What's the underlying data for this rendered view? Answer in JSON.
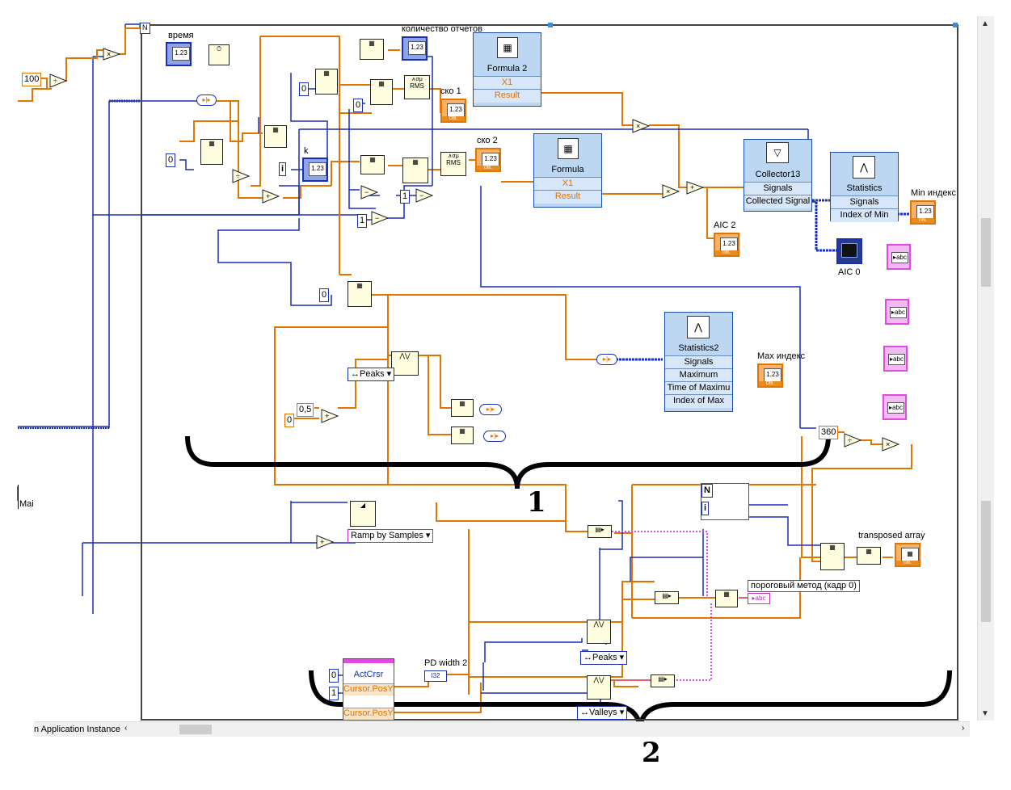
{
  "labels": {
    "time": "время",
    "reports": "количество отчетов",
    "sko1": "ско 1",
    "sko2": "ско 2",
    "k": "k",
    "aic2": "AIC  2",
    "aic0": "AIC 0",
    "min_index": "Min индекс",
    "max_index": "Max индекс",
    "transposed": "transposed array",
    "threshold": "пороговый метод (кадр 0)",
    "pd_width": "PD width 2",
    "main_label": "Mai",
    "app_instance": "n Application Instance"
  },
  "constants": {
    "c100": "100",
    "c0a": "0",
    "c0b": "0",
    "c0c": "0",
    "c0d": "0",
    "c05": "0,5",
    "c360": "360",
    "c1a": "1",
    "c1b": "1",
    "i_a": "i",
    "i_b": "i",
    "n_loop": "N",
    "i_loop": "i",
    "cur0": "0",
    "cur1": "1",
    "rms1": "RMS",
    "rms2": "RMS",
    "i32": "I32"
  },
  "express": {
    "formula2": {
      "title": "Formula 2",
      "rows": [
        "X1",
        "Result"
      ]
    },
    "formula": {
      "title": "Formula",
      "rows": [
        "X1",
        "Result"
      ]
    },
    "collector": {
      "title": "Collector13",
      "rows": [
        "Signals",
        "Collected Signal"
      ]
    },
    "statistics": {
      "title": "Statistics",
      "rows": [
        "Signals",
        "Index of Min"
      ]
    },
    "statistics2": {
      "title": "Statistics2",
      "rows": [
        "Signals",
        "Maximum",
        "Time of Maximu",
        "Index of Max"
      ]
    }
  },
  "rings": {
    "peaks1": "Peaks",
    "peaks2": "Peaks",
    "valleys": "Valleys",
    "ramp": "Ramp by Samples"
  },
  "cursor_node": {
    "header": "ActCrsr",
    "row1": "Cursor.PosY",
    "row2": "Cursor.PosY"
  },
  "braces": {
    "one": "1",
    "two": "2"
  },
  "colors": {
    "orange_wire": "#e27400",
    "blue_wire": "#1a2fb5",
    "pink_wire": "#e04ae0",
    "express_bg": "#bdd7f3"
  }
}
